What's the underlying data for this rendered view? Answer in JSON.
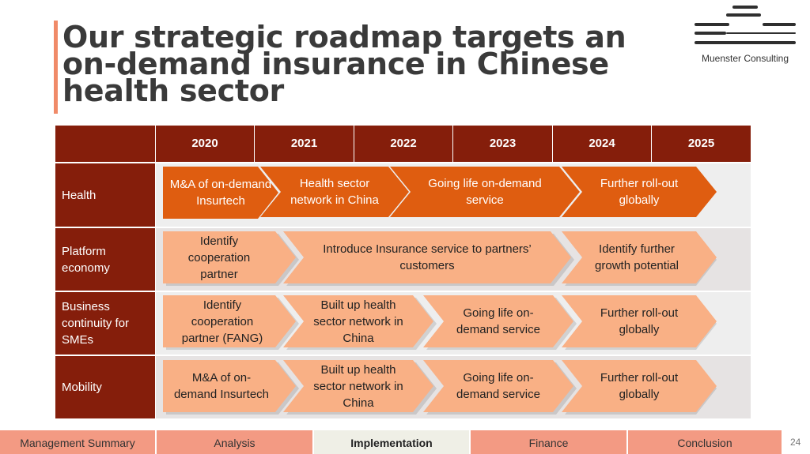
{
  "title": "Our strategic roadmap targets an on-demand insurance in Chinese health sector",
  "logo": {
    "name": "Muenster Consulting"
  },
  "table": {
    "years": [
      "2020",
      "2021",
      "2022",
      "2023",
      "2024",
      "2025"
    ],
    "rows": [
      {
        "label": "Health",
        "steps": [
          "M&A of on-demand Insurtech",
          "Health sector network in China",
          "Going life on-demand service",
          "Further roll-out globally"
        ]
      },
      {
        "label": "Platform economy",
        "steps": [
          "Identify cooperation partner",
          "Introduce Insurance service to partners’ customers",
          "Identify further growth potential"
        ]
      },
      {
        "label": "Business continuity for SMEs",
        "steps": [
          "Identify cooperation partner (FANG)",
          "Built up health sector network in China",
          "Going life on-demand service",
          "Further roll-out globally"
        ]
      },
      {
        "label": "Mobility",
        "steps": [
          "M&A of on-demand Insurtech",
          "Built up health sector network in China",
          "Going life on-demand service",
          "Further roll-out globally"
        ]
      }
    ]
  },
  "nav": {
    "items": [
      "Management Summary",
      "Analysis",
      "Implementation",
      "Finance",
      "Conclusion"
    ],
    "active": "Implementation"
  },
  "page_number": "24",
  "colors": {
    "header": "#851e0b",
    "accent_dark": "#df5d10",
    "accent_light": "#f9b085",
    "nav": "#f39a83"
  }
}
